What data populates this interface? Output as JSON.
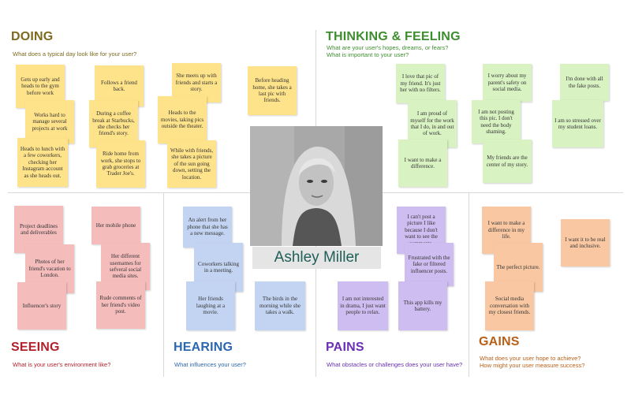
{
  "person": {
    "name": "Ashley Miller",
    "name_color": "#1f5f58"
  },
  "sections": {
    "doing": {
      "title": "DOING",
      "subtitle": "What does a typical day look like for your user?",
      "color": "#7d6a1e"
    },
    "thinking": {
      "title": "THINKING & FEELING",
      "subtitle1": "What are your user's hopes, dreams, or fears?",
      "subtitle2": "What is important to your user?",
      "color": "#3e8e2f"
    },
    "seeing": {
      "title": "SEEING",
      "subtitle": "What is your user's environment like?",
      "color": "#b3202a"
    },
    "hearing": {
      "title": "HEARING",
      "subtitle": "What influences your user?",
      "color": "#2b67b0"
    },
    "pains": {
      "title": "PAINS",
      "subtitle": "What obstacles or challenges does your user have?",
      "color": "#6a2fb3"
    },
    "gains": {
      "title": "GAINS",
      "subtitle1": "What does your user hope to achieve?",
      "subtitle2": "How might your user measure success?",
      "color": "#b86018"
    }
  },
  "notes": {
    "doing": [
      "Gets up early and heads to the gym before work",
      "Works hard to manage several projects at work",
      "Heads to lunch with a few coworkers, checking her Instagram account as she heads out.",
      "Follows a friend back.",
      "During a coffee break at Starbucks, she checks her friend's story.",
      "Ride home from work, she stops to grab groceries at Trader Joe's.",
      "She meets up with friends and starts a story.",
      "Heads to the movies, taking pics outside the theater.",
      "While with friends, she takes a picture of the sun going down, setting the location.",
      "Before heading home, she takes a last pic with friends."
    ],
    "thinking": [
      "I love that pic of my friend. It's just her with no filters.",
      "I am proud of myself for the work that I do, in and out of work.",
      "I want to make a difference.",
      "I worry about my parent's safety on social media.",
      "I am not posting this pic. I don't need the body shaming.",
      "My friends are the center of my story.",
      "I'm done with all the fake posts.",
      "I am so stressed over my student loans."
    ],
    "seeing": [
      "Project deadlines and deliverables",
      "Photos of her friend's vacation to London.",
      "Influencer's story",
      "Her mobile phone",
      "Her different usernames for sefveral social media sites.",
      "Rude comments of her friend's video post."
    ],
    "hearing": [
      "An alert from her phone that she has a new message.",
      "Coworkers talking in a meeting.",
      "Her friends laughing at a movie.",
      "The birds in the morning while she takes a walk."
    ],
    "pains": [
      "I can't post a picture I like because I don't want to see the comments.",
      "Frustrated with the fake or filtered influencer posts.",
      "I am not interested in drama, I just want people to relax.",
      "This app kills my battery."
    ],
    "gains": [
      "I want to make a difference in my life.",
      "The perfect picture.",
      "Social media conversation with my closest friends.",
      "I want it to be real and inclusive."
    ]
  },
  "note_colors": {
    "doing": "#ffe38a",
    "thinking": "#d8f2c2",
    "seeing": "#f5bcbc",
    "hearing": "#c3d4f2",
    "pains": "#cdbdf0",
    "gains": "#f9c8a3"
  }
}
